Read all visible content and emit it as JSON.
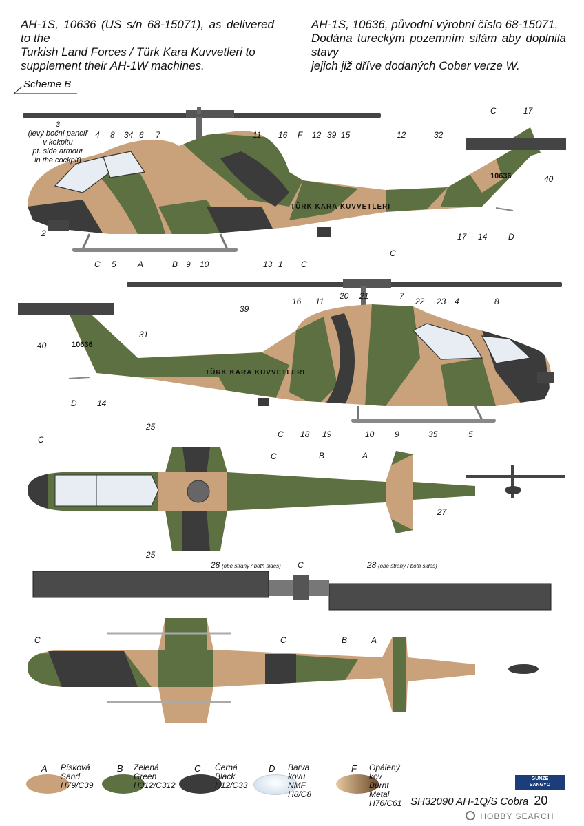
{
  "header": {
    "left_lines": [
      "AH-1S, 10636 (US s/n 68-15071), as delivered to the",
      "Turkish Land Forces / Türk Kara Kuvvetleri to",
      "supplement their AH-1W machines."
    ],
    "right_lines": [
      "AH-1S, 10636, původní výrobní číslo 68-15071.",
      "Dodána tureckým pozemním silám aby doplnila stavy",
      "jejich již dříve dodaných Cober verze W."
    ]
  },
  "scheme_label": "Scheme B",
  "armour_note": [
    "3",
    "(levý boční pancíř",
    "v kokpitu",
    "pt. side armour",
    "in the cockpit)"
  ],
  "markings": {
    "serial": "10636",
    "titling": "TÜRK KARA KUVVETLERI"
  },
  "callouts_view1": [
    "4",
    "8",
    "34",
    "6",
    "7",
    "11",
    "16",
    "F",
    "12",
    "39",
    "15",
    "12",
    "32",
    "C",
    "17",
    "40",
    "2",
    "C",
    "5",
    "A",
    "B",
    "9",
    "10",
    "13",
    "1",
    "C",
    "17",
    "14",
    "D"
  ],
  "callouts_view2": [
    "C",
    "16",
    "11",
    "20",
    "21",
    "7",
    "22",
    "23",
    "4",
    "8",
    "39",
    "31",
    "40",
    "D",
    "14",
    "C",
    "18",
    "19",
    "10",
    "9",
    "35",
    "5"
  ],
  "callouts_view3": [
    "C",
    "25",
    "C",
    "B",
    "A",
    "27",
    "25"
  ],
  "callouts_view4": [
    "28",
    "C",
    "28"
  ],
  "both_sides_note": "(obě strany / both sides)",
  "callouts_view5": [
    "C",
    "C",
    "B",
    "A"
  ],
  "colors": {
    "sand": "#c9a27c",
    "green": "#5d7041",
    "black": "#3b3b3b",
    "metal": "#d8e4ef",
    "burnt": "#8a6a4a"
  },
  "legend": [
    {
      "letter": "A",
      "lines": [
        "Písková",
        "Sand",
        "H79/C39"
      ],
      "color": "#c9a27c"
    },
    {
      "letter": "B",
      "lines": [
        "Zelená",
        "Green",
        "H312/C312"
      ],
      "color": "#5d7041"
    },
    {
      "letter": "C",
      "lines": [
        "Černá",
        "Black",
        "H12/C33"
      ],
      "color": "#3b3b3b"
    },
    {
      "letter": "D",
      "lines": [
        "Barva kovu",
        "NMF",
        "H8/C8"
      ],
      "color": "#dfe9f3"
    },
    {
      "letter": "F",
      "lines": [
        "Opálený kov",
        "Burnt Metal",
        "H76/C61"
      ],
      "color": "#8a6a4a"
    }
  ],
  "brand": {
    "line1": "GUNZE",
    "line2": "SANGYO"
  },
  "footer": {
    "product": "SH32090 AH-1Q/S Cobra",
    "page": "20"
  },
  "watermark": "HOBBY SEARCH"
}
